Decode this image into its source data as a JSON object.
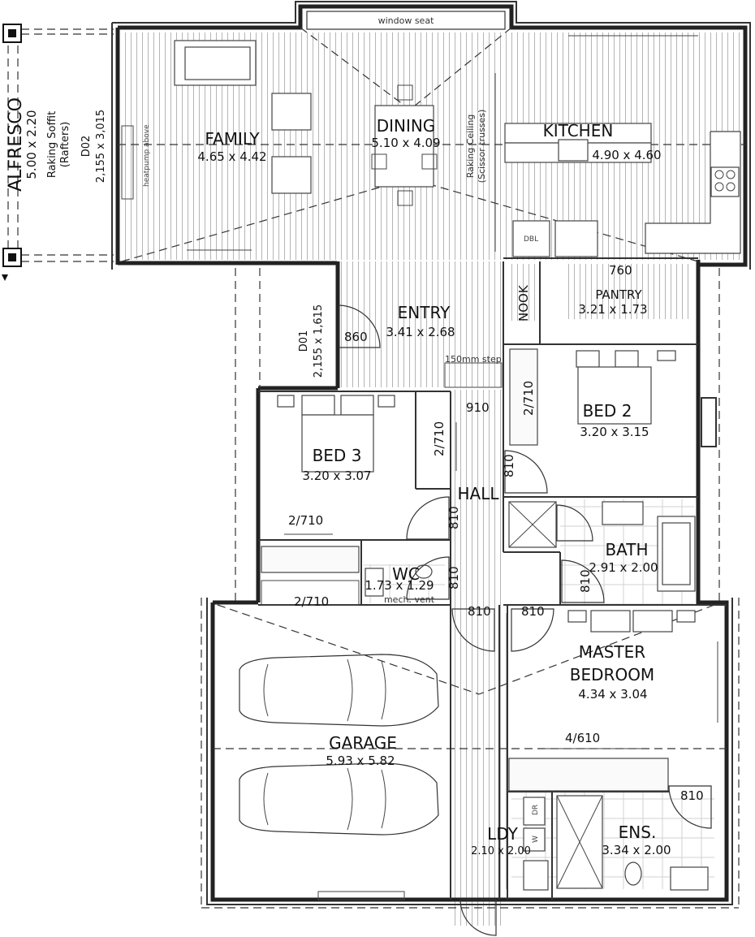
{
  "rooms": {
    "alfresco": {
      "name": "ALFRESCO",
      "dims": "5.00 x 2.20",
      "note1": "Raking Soffit",
      "note2": "(Rafters)"
    },
    "family": {
      "name": "FAMILY",
      "dims": "4.65 x 4.42"
    },
    "dining": {
      "name": "DINING",
      "dims": "5.10 x 4.09"
    },
    "kitchen": {
      "name": "KITCHEN",
      "dims": "4.90 x 4.60"
    },
    "entry": {
      "name": "ENTRY",
      "dims": "3.41 x 2.68"
    },
    "nook": {
      "name": "NOOK"
    },
    "pantry": {
      "name": "PANTRY",
      "dims": "3.21 x 1.73"
    },
    "bed2": {
      "name": "BED 2",
      "dims": "3.20 x 3.15"
    },
    "bed3": {
      "name": "BED 3",
      "dims": "3.20 x 3.07"
    },
    "hall": {
      "name": "HALL"
    },
    "bath": {
      "name": "BATH",
      "dims": "2.91 x 2.00"
    },
    "wc": {
      "name": "WC",
      "dims": "1.73 x 1.29",
      "note": "mech. vent"
    },
    "master": {
      "name1": "MASTER",
      "name2": "BEDROOM",
      "dims": "4.34 x 3.04"
    },
    "garage": {
      "name": "GARAGE",
      "dims": "5.93 x 5.82"
    },
    "ldy": {
      "name": "LDY",
      "dims": "2.10 x 2.00"
    },
    "ens": {
      "name": "ENS.",
      "dims": "3.34 x 2.00"
    }
  },
  "notes": {
    "window_seat": "window seat",
    "heatpump": "heatpump above",
    "raking_ceiling1": "Raking Ceiling",
    "raking_ceiling2": "(Scissor trusses)",
    "step": "150mm step",
    "d02_code": "D02",
    "d02_size": "2,155 x 3,015",
    "d01_code": "D01",
    "d01_size": "2,155 x 1,615",
    "dbl": "DBL",
    "dr": "DR",
    "w": "W"
  },
  "doors": {
    "entry": "860",
    "pantry": "760",
    "hall_top": "910",
    "bed2_side": "810",
    "hall_left": "810",
    "wc_side": "810",
    "bath_side": "810",
    "garage_left": "810",
    "garage_right": "810",
    "ens": "810"
  },
  "robes": {
    "hall_robe": "2/710",
    "bed2_robe": "2/710",
    "bed3_robe": "2/710",
    "garage_robe": "2/710",
    "master_robe": "4/610"
  }
}
